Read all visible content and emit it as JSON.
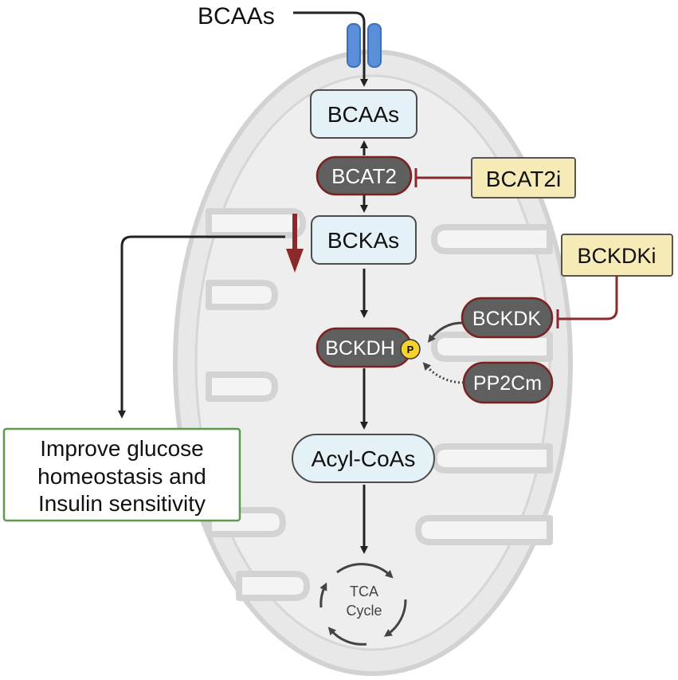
{
  "title_input": "BCAAs",
  "nodes": {
    "bcaas": "BCAAs",
    "bcat2": "BCAT2",
    "bcat2i": "BCAT2i",
    "bckas": "BCKAs",
    "bckdki": "BCKDKi",
    "bckdk": "BCKDK",
    "bckdh": "BCKDH",
    "phospho": "P",
    "pp2cm": "PP2Cm",
    "acylcoas": "Acyl-CoAs",
    "tca_line1": "TCA",
    "tca_line2": "Cycle"
  },
  "outcome": {
    "line1": "Improve glucose",
    "line2": "homeostasis and",
    "line3": "Insulin sensitivity"
  },
  "colors": {
    "mito_outer": "#e8e8e8",
    "mito_stroke": "#d2d2d2",
    "light_box": "#e4f1f6",
    "dark_box": "#5f5f5f",
    "dark_border": "#7a2222",
    "inhibitor_box": "#f6eab7",
    "inhibitor_line": "#8b2a2a",
    "outcome_border": "#5b9b4b",
    "transporter": "#5b8ed8",
    "phospho": "#f6d22c"
  }
}
